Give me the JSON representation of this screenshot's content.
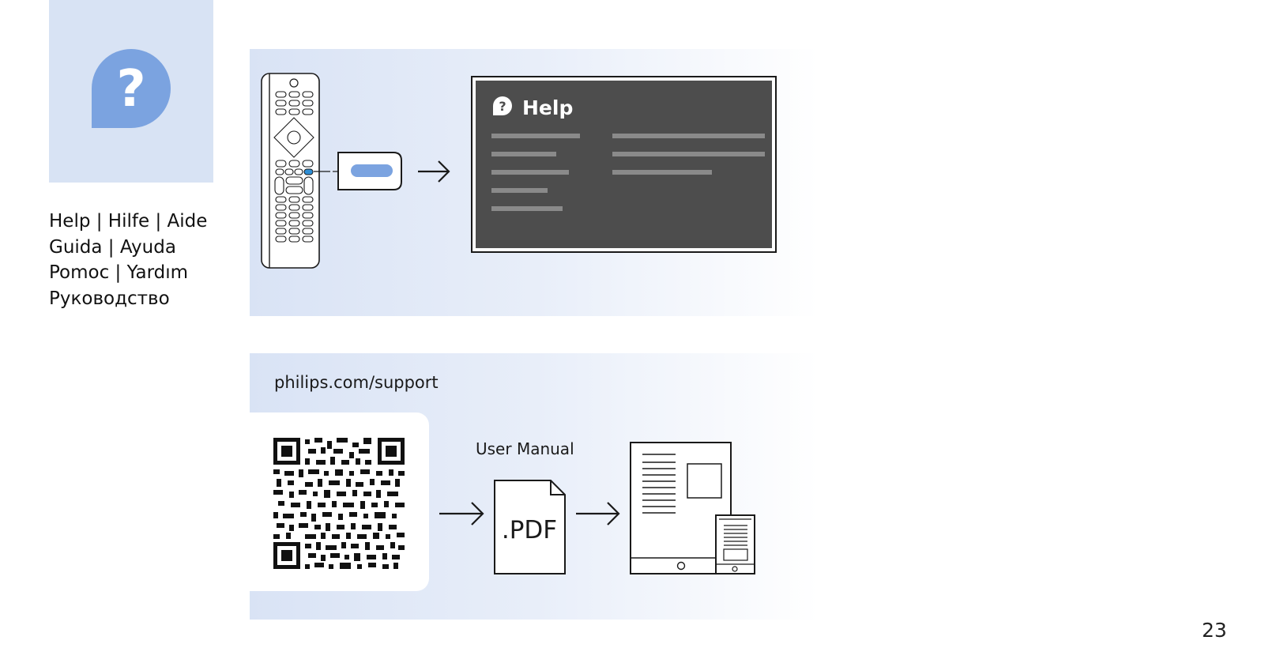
{
  "page": {
    "number": "23"
  },
  "help_section": {
    "icon": "question-bubble-icon",
    "icon_glyph": "?",
    "languages": [
      "Help | Hilfe | Aide",
      "Guida | Ayuda",
      "Pomoc | Yardım",
      "Руководство"
    ]
  },
  "tv_step": {
    "screen_title": "Help",
    "screen_icon_glyph": "?",
    "arrow": "right-arrow-icon"
  },
  "support_step": {
    "url": "philips.com/support",
    "pdf_label": ".PDF",
    "manual_label": "User Manual"
  },
  "colors": {
    "accent_blue": "#7ba3e0",
    "light_blue_bg": "#d8e3f4",
    "tv_screen": "#4d4d4d",
    "button_highlight": "#2f8fd6"
  }
}
